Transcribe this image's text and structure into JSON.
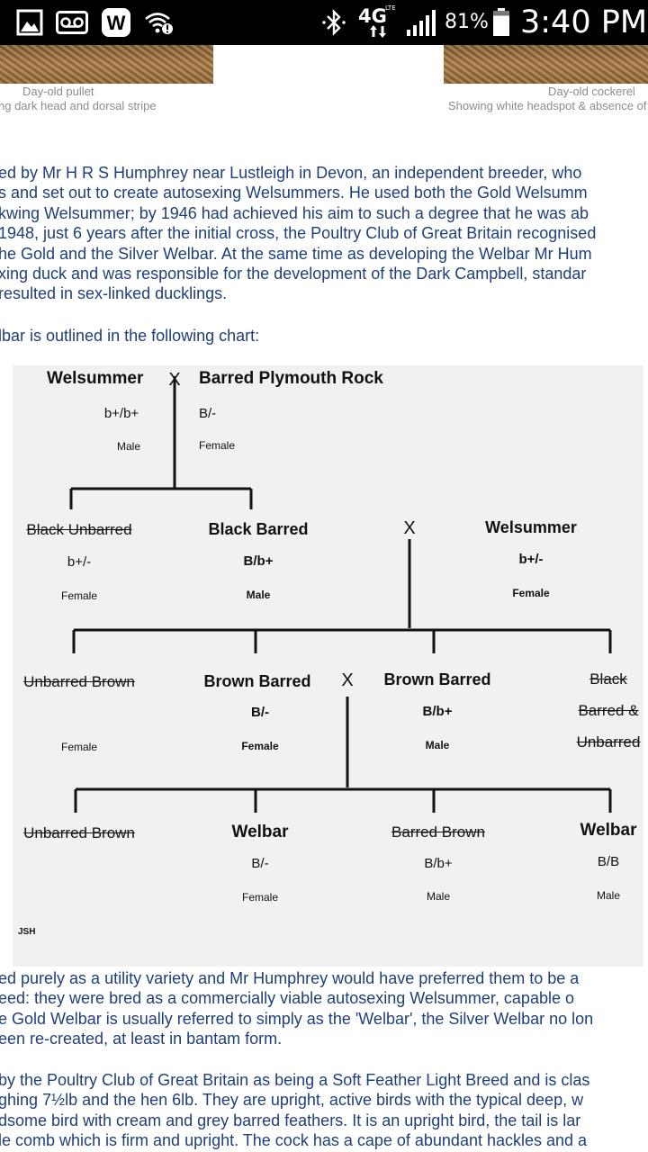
{
  "status_bar": {
    "time": "3:40 PM",
    "battery": "81%",
    "network": "4G",
    "network_sub": "LTE",
    "icons": [
      "gallery-icon",
      "voicemail-icon",
      "w-app-icon",
      "wifi-alert-icon",
      "bluetooth-icon",
      "data-arrows-icon",
      "signal-icon",
      "battery-icon"
    ],
    "w_letter": "W"
  },
  "images": {
    "left": {
      "caption": "Day-old pullet",
      "subcaption": "ng dark head and dorsal stripe"
    },
    "right": {
      "caption": "Day-old cockerel",
      "subcaption": "Showing white headspot & absence of d"
    }
  },
  "article": {
    "para1": [
      "ed by Mr H R S Humphrey near Lustleigh in Devon, an independent breeder, who",
      "s and set out to create autosexing Welsummers. He used both the Gold Welsumm",
      "kwing Welsummer; by 1946 had achieved his aim to such a degree that he was ab",
      "1948, just 6 years after the initial cross, the Poultry Club of Great Britain recognised",
      "he Gold and the Silver Welbar. At the same time as developing the Welbar Mr Hum",
      "xing duck and was responsible for the development of the Dark Campbell, standar",
      "resulted in sex-linked ducklings."
    ],
    "intro": "lbar is outlined in the following chart:",
    "para2": [
      "ed purely as a utility variety and Mr Humphrey would have preferred them to be a",
      "eed: they were bred as a commercially viable autosexing Welsummer, capable o",
      "e Gold Welbar is usually referred to simply as the 'Welbar', the Silver Welbar no lon",
      "een re-created, at least in bantam form."
    ],
    "para3": [
      "by the Poultry Club of Great Britain as being a Soft Feather Light Breed and is clas",
      "ghing 7½lb and the hen 6lb. They are upright, active birds with the typical deep, w",
      "dsome bird with cream and grey barred feathers. It is an upright bird, the tail is lar",
      "le comb  which is firm and upright. The cock has a cape of abundant hackles and a"
    ]
  },
  "chart": {
    "cross_symbol": "X",
    "credit": "JSH",
    "gen0": {
      "left": {
        "name": "Welsummer",
        "geno": "b+/b+",
        "sex": "Male"
      },
      "right": {
        "name": "Barred Plymouth Rock",
        "geno": "B/-",
        "sex": "Female"
      }
    },
    "gen1": [
      {
        "name": "Black Unbarred",
        "geno": "b+/-",
        "sex": "Female"
      },
      {
        "name": "Black Barred",
        "geno": "B/b+",
        "sex": "Male"
      },
      {
        "name": "Welsummer",
        "geno": "b+/-",
        "sex": "Female"
      }
    ],
    "gen2": [
      {
        "name": "Unbarred Brown",
        "geno": "",
        "sex": "Female"
      },
      {
        "name": "Brown Barred",
        "geno": "B/-",
        "sex": "Female"
      },
      {
        "name": "Brown Barred",
        "geno": "B/b+",
        "sex": "Male"
      },
      {
        "name_lines": [
          "Black",
          "Barred &",
          "Unbarred"
        ]
      }
    ],
    "gen3": [
      {
        "name": "Unbarred Brown",
        "geno": "",
        "sex": ""
      },
      {
        "name": "Welbar",
        "geno": "B/-",
        "sex": "Female"
      },
      {
        "name": "Barred Brown",
        "geno": "B/b+",
        "sex": "Male"
      },
      {
        "name": "Welbar",
        "geno": "B/B",
        "sex": "Male"
      }
    ]
  }
}
